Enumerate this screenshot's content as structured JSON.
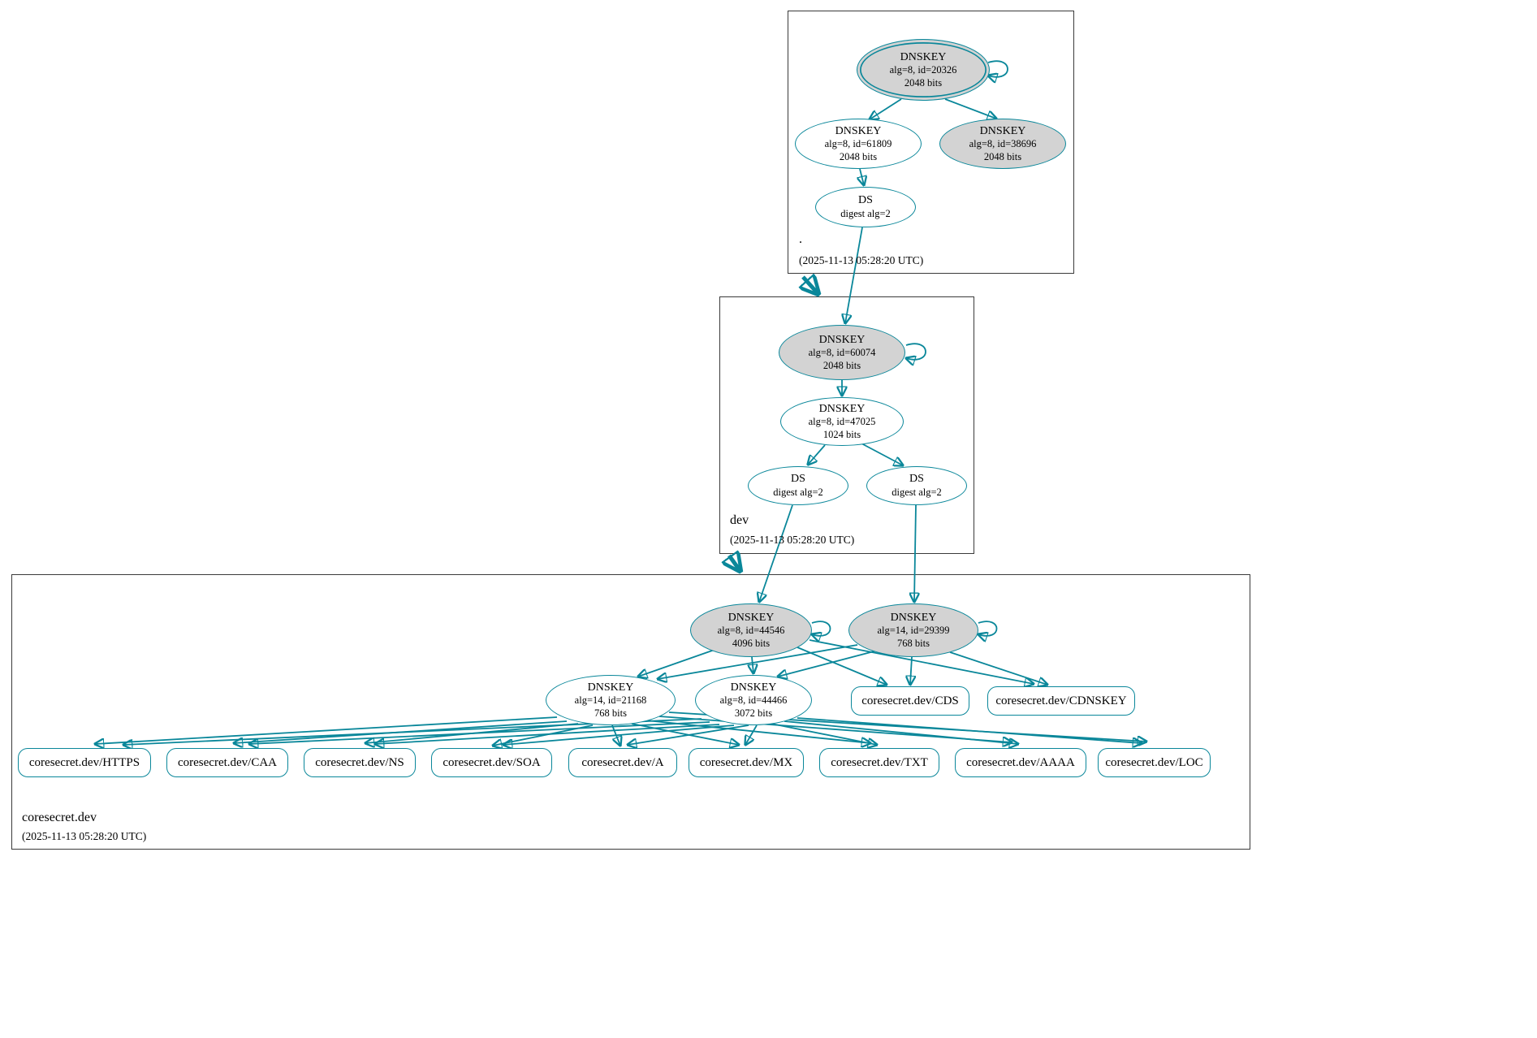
{
  "colors": {
    "edge_secure": "#0a879a",
    "ksk_fill": "#d3d3d3",
    "node_fill": "#ffffff",
    "zone_border": "#3a3a3a"
  },
  "zones": {
    "root": {
      "label": ".",
      "timestamp": "(2025-11-13 05:28:20 UTC)",
      "key20326": {
        "type": "DNSKEY",
        "meta": "alg=8, id=20326",
        "bits": "2048 bits"
      },
      "key61809": {
        "type": "DNSKEY",
        "meta": "alg=8, id=61809",
        "bits": "2048 bits"
      },
      "key38696": {
        "type": "DNSKEY",
        "meta": "alg=8, id=38696",
        "bits": "2048 bits"
      },
      "ds": {
        "type": "DS",
        "meta": "digest alg=2"
      }
    },
    "dev": {
      "label": "dev",
      "timestamp": "(2025-11-13 05:28:20 UTC)",
      "key60074": {
        "type": "DNSKEY",
        "meta": "alg=8, id=60074",
        "bits": "2048 bits"
      },
      "key47025": {
        "type": "DNSKEY",
        "meta": "alg=8, id=47025",
        "bits": "1024 bits"
      },
      "ds_left": {
        "type": "DS",
        "meta": "digest alg=2"
      },
      "ds_right": {
        "type": "DS",
        "meta": "digest alg=2"
      }
    },
    "coresecret": {
      "label": "coresecret.dev",
      "timestamp": "(2025-11-13 05:28:20 UTC)",
      "key44546": {
        "type": "DNSKEY",
        "meta": "alg=8, id=44546",
        "bits": "4096 bits"
      },
      "key29399": {
        "type": "DNSKEY",
        "meta": "alg=14, id=29399",
        "bits": "768 bits"
      },
      "key21168": {
        "type": "DNSKEY",
        "meta": "alg=14, id=21168",
        "bits": "768 bits"
      },
      "key44466": {
        "type": "DNSKEY",
        "meta": "alg=8, id=44466",
        "bits": "3072 bits"
      },
      "cds": "coresecret.dev/CDS",
      "cdnskey": "coresecret.dev/CDNSKEY",
      "rrsets": [
        "coresecret.dev/HTTPS",
        "coresecret.dev/CAA",
        "coresecret.dev/NS",
        "coresecret.dev/SOA",
        "coresecret.dev/A",
        "coresecret.dev/MX",
        "coresecret.dev/TXT",
        "coresecret.dev/AAAA",
        "coresecret.dev/LOC"
      ]
    }
  }
}
